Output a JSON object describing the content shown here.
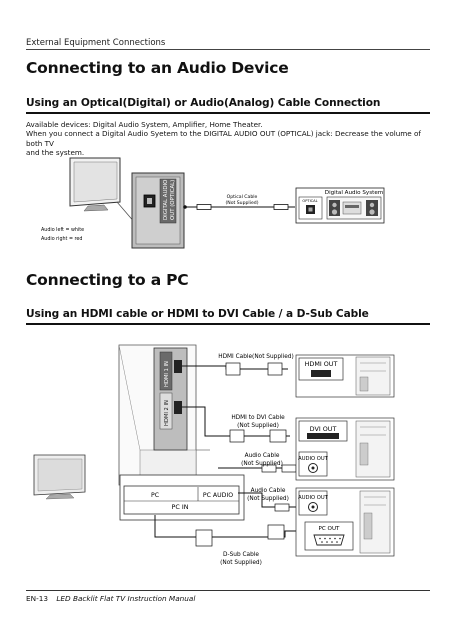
{
  "header": {
    "section": "External Equipment Connections"
  },
  "audio": {
    "title": "Connecting to an Audio Device",
    "subtitle": "Using an Optical(Digital) or Audio(Analog) Cable Connection",
    "line1": "Available devices: Digital Audio System, Amplifier, Home Theater.",
    "line2": "When you connect a Digital Audio Syetem to the DIGITAL AUDIO OUT (OPTICAL) jack: Decrease the volume of both TV",
    "line3": "and the system.",
    "jack_label_1": "DIGITAL AUDIO",
    "jack_label_2": "OUT (OPTICAL)",
    "cable_label_1": "Optical Cable",
    "cable_label_2": "(Not Supplied)",
    "system_label": "Digital Audio System",
    "optical_label": "OPTICAL",
    "audio_left": "Audio left = white",
    "audio_right": "Audio right = red"
  },
  "pc": {
    "title": "Connecting to a PC",
    "subtitle": "Using an HDMI cable or HDMI to DVI Cable / a D-Sub Cable",
    "hdmi1": "HDMI 1 IN",
    "hdmi2": "HDMI 2 IN",
    "hdmi_cable": "HDMI Cable(Not Supplied)",
    "hdmi_out": "HDMI OUT",
    "dvi_cable_1": "HDMI to DVI Cable",
    "dvi_cable_2": "(Not Supplied)",
    "dvi_out": "DVI OUT",
    "audio_cable_a_1": "Audio Cable",
    "audio_cable_a_2": "(Not Supplied)",
    "audio_out_a": "AUDIO OUT",
    "audio_cable_b_1": "Audio Cable",
    "audio_cable_b_2": "(Not Supplied)",
    "audio_out_b": "AUDIO OUT",
    "panel_pc": "PC",
    "panel_pc_audio": "PC  AUDIO",
    "panel_pc_in": "PC IN",
    "pc_out": "PC OUT",
    "dsub_cable_1": "D-Sub Cable",
    "dsub_cable_2": "(Not Supplied)"
  },
  "footer": {
    "page": "EN-13",
    "manual": "LED Backlit Flat TV Instruction Manual"
  }
}
